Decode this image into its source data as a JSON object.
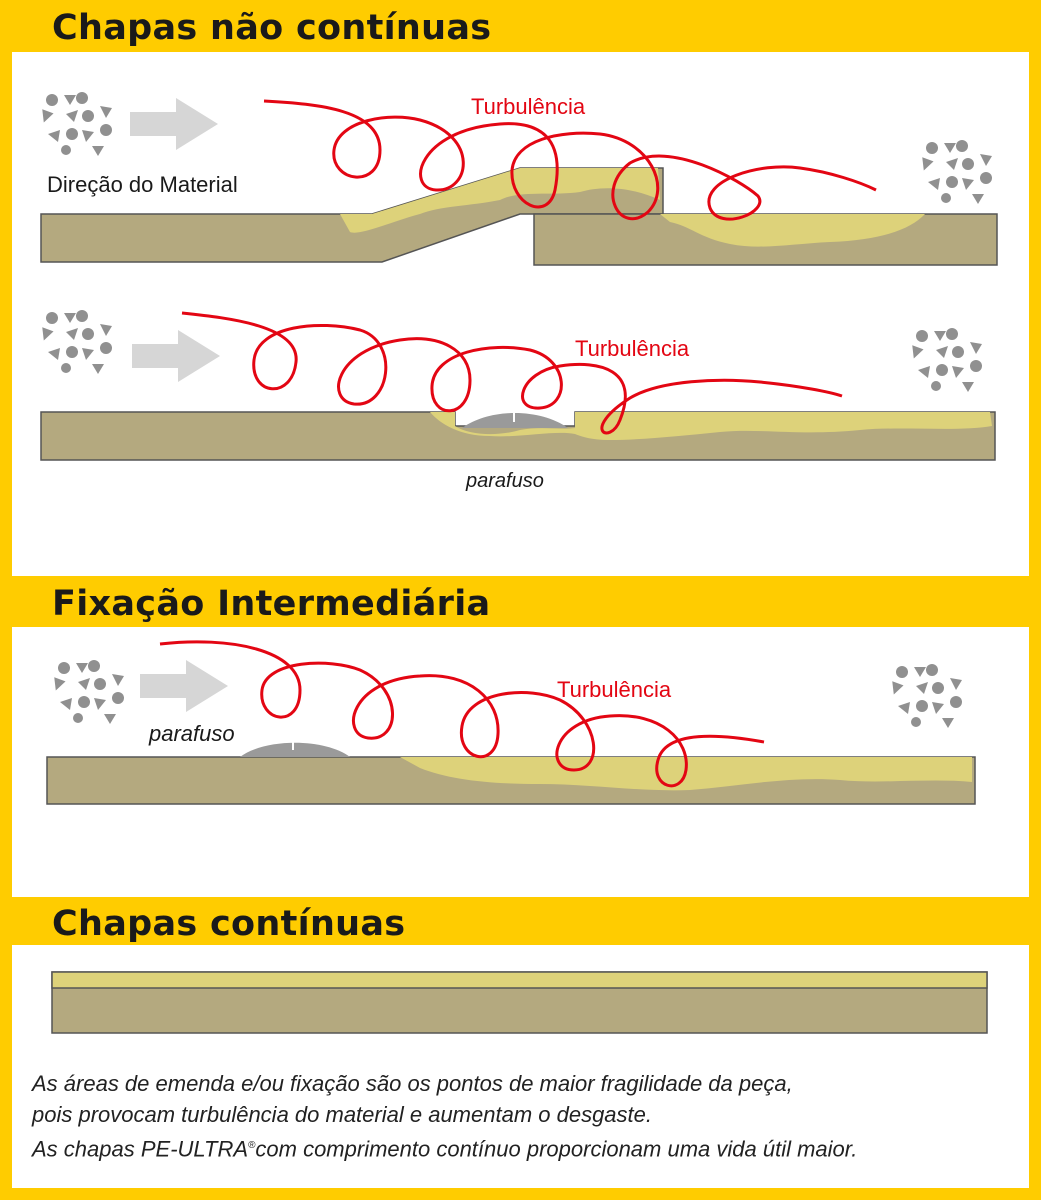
{
  "sections": {
    "non_continuous": {
      "title": "Chapas não contínuas"
    },
    "intermediate": {
      "title": "Fixação Intermediária"
    },
    "continuous": {
      "title": "Chapas contínuas"
    }
  },
  "labels": {
    "turbulence": "Turbulência",
    "material_direction": "Direção do Material",
    "screw": "parafuso"
  },
  "note": {
    "line1": "As áreas de emenda e/ou fixação são os pontos de maior fragilidade da peça,",
    "line2": "pois provocam turbulência do material e aumentam o desgaste.",
    "line3_before": "As chapas PE-ULTRA",
    "registered": "®",
    "line3_after": "com comprimento contínuo proporcionam uma vida útil maior."
  },
  "colors": {
    "background": "#FFCC00",
    "sheet": "#B4A97F",
    "wear": "#DDD27A",
    "turbulence": "#E30613",
    "arrow": "#D6D6D6",
    "particles": "#909090",
    "screw": "#9A9A9A"
  }
}
